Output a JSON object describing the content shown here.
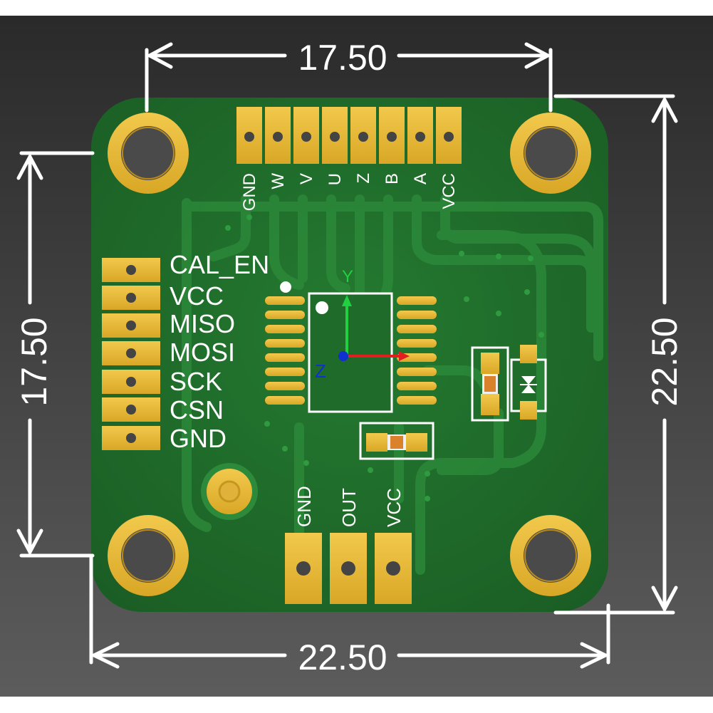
{
  "dimensions": {
    "top": "17.50",
    "bottom": "22.50",
    "left": "17.50",
    "right": "22.50"
  },
  "top_header_labels": [
    "GND",
    "W",
    "V",
    "U",
    "Z",
    "B",
    "A",
    "VCC"
  ],
  "left_header_labels": [
    "CAL_EN",
    "VCC",
    "MISO",
    "MOSI",
    "SCK",
    "CSN",
    "GND"
  ],
  "bottom_header_labels": [
    "GND",
    "OUT",
    "VCC"
  ],
  "axes": {
    "y": "Y",
    "z": "Z"
  },
  "colors": {
    "background_top": "#2b2b2b",
    "background_bottom": "#5a5a5a",
    "board": "#1f6b2a",
    "copper": "#e6b83a",
    "silkscreen": "#ffffff",
    "axis_x": "#e02020",
    "axis_y": "#20d040",
    "axis_z": "#1030d0"
  }
}
